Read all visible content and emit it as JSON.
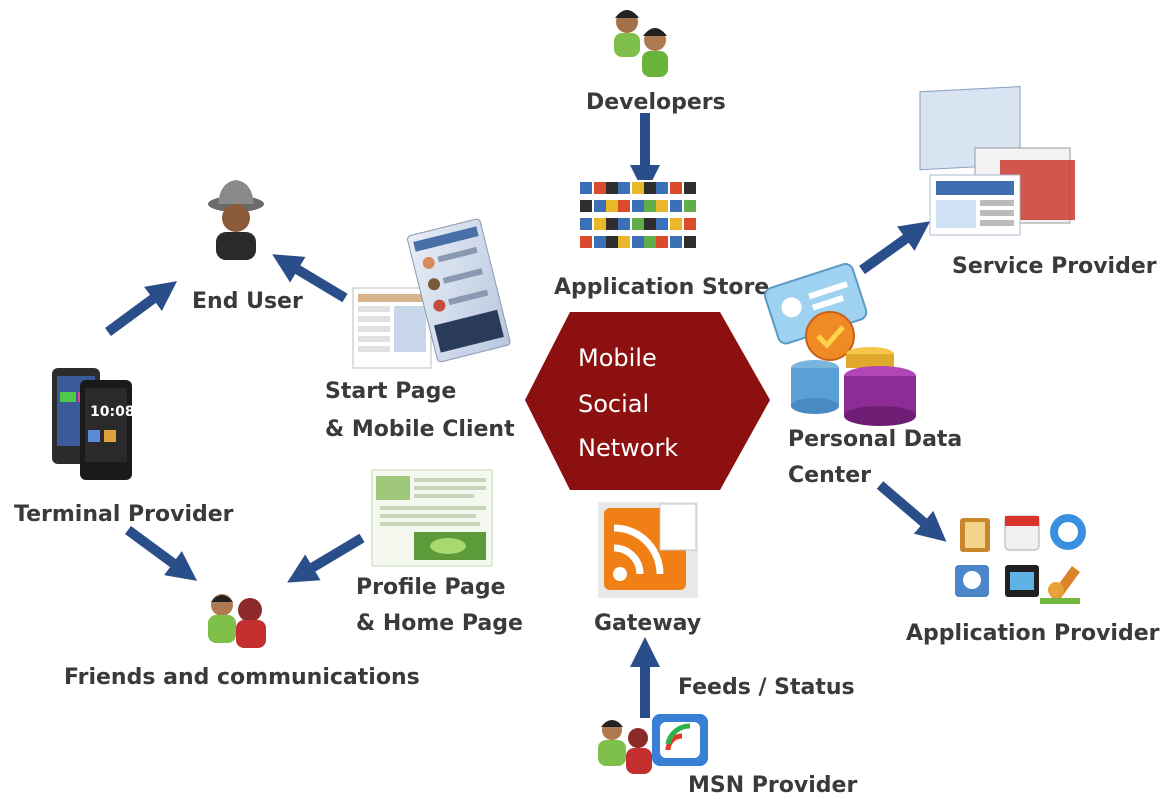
{
  "center": {
    "line1": "Mobile",
    "line2": "Social",
    "line3": "Network"
  },
  "nodes": {
    "developers": "Developers",
    "application_store": "Application Store",
    "service_provider": "Service Provider",
    "personal_data_center_line1": "Personal Data",
    "personal_data_center_line2": "Center",
    "application_provider": "Application  Provider",
    "gateway": "Gateway",
    "feeds_status": "Feeds /  Status",
    "msn_provider": "MSN Provider",
    "end_user": "End User",
    "start_page_line1": "Start Page",
    "start_page_line2": "& Mobile Client",
    "terminal_provider": "Terminal Provider",
    "profile_page_line1": "Profile Page",
    "profile_page_line2": "& Home Page",
    "friends": "Friends and communications"
  },
  "colors": {
    "hexagon": "#8c1010",
    "arrow": "#2a4e8a",
    "label": "#3a3a3a"
  }
}
